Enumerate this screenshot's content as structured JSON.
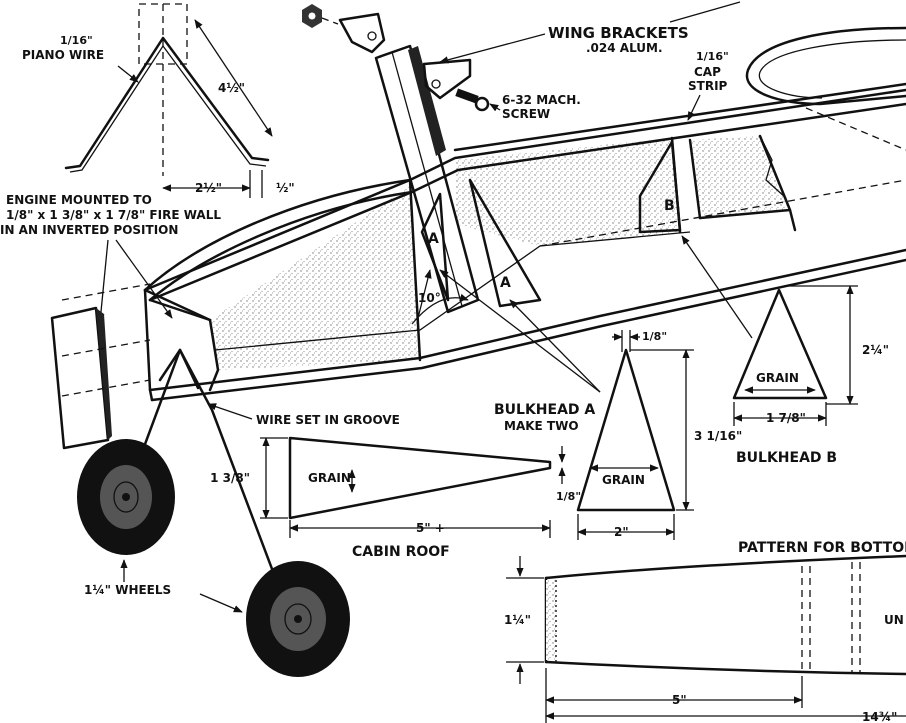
{
  "labels": {
    "piano_wire_size": "1/16\"",
    "piano_wire": "PIANO WIRE",
    "wire_length": "4½\"",
    "wire_spacing": "2½\"",
    "wire_foot": "½\"",
    "engine_line1": "ENGINE MOUNTED TO",
    "engine_line2": "1/8\" x 1 3/8\" x 1 7/8\" FIRE WALL",
    "engine_line3": "IN AN INVERTED POSITION",
    "wing_brackets": "WING BRACKETS",
    "wing_brackets_material": ".024 ALUM.",
    "screw_line1": "6-32 MACH.",
    "screw_line2": "SCREW",
    "cap_strip_size": "1/16\"",
    "cap_strip_line1": "CAP",
    "cap_strip_line2": "STRIP",
    "bulkhead_a_letter_1": "A",
    "bulkhead_a_letter_2": "A",
    "bulkhead_b_letter": "B",
    "angle": "10°",
    "wire_groove": "WIRE SET IN GROOVE",
    "bulkhead_a_title": "BULKHEAD A",
    "bulkhead_a_note": "MAKE TWO",
    "bulkhead_a_top": "1/8\"",
    "bulkhead_a_height": "3 1/16\"",
    "bulkhead_a_base": "2\"",
    "bulkhead_a_grain": "GRAIN",
    "bulkhead_b_height": "2¼\"",
    "bulkhead_b_base": "1 7/8\"",
    "bulkhead_b_grain": "GRAIN",
    "bulkhead_b_title": "BULKHEAD B",
    "cabin_roof_height": "1 3/8\"",
    "cabin_roof_grain": "GRAIN",
    "cabin_roof_tip": "1/8\"",
    "cabin_roof_length": "5\" +",
    "cabin_roof_title": "CABIN ROOF",
    "wheels": "1¼\" WHEELS",
    "pattern_title": "PATTERN FOR BOTTOM (",
    "pattern_height": "1¼\"",
    "pattern_partial": "UN",
    "pattern_length": "5\"",
    "pattern_total": "14¾\""
  }
}
